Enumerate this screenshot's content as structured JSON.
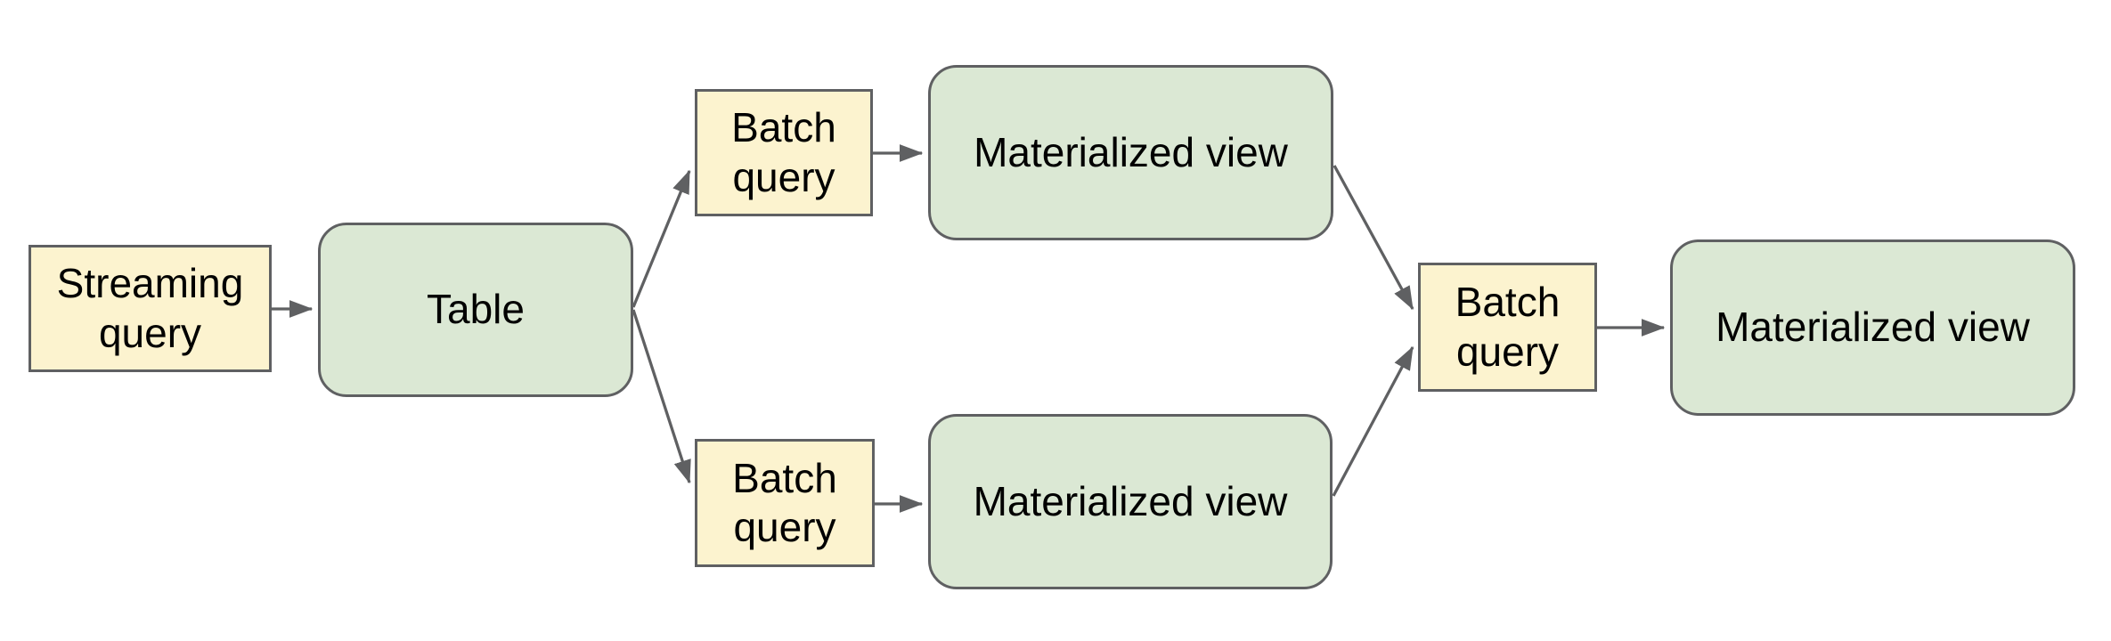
{
  "diagram": {
    "colors": {
      "yellow_fill": "#fcf3cf",
      "green_fill": "#dbe8d4",
      "border": "#5f6062",
      "arrow": "#5f6062",
      "text": "#000000",
      "background": "#ffffff"
    },
    "nodes": [
      {
        "id": "streaming-query",
        "label": "Streaming query",
        "shape": "rectangle",
        "color": "yellow"
      },
      {
        "id": "table",
        "label": "Table",
        "shape": "rounded",
        "color": "green"
      },
      {
        "id": "batch-query-top",
        "label": "Batch query",
        "shape": "rectangle",
        "color": "yellow"
      },
      {
        "id": "materialized-view-top",
        "label": "Materialized view",
        "shape": "rounded",
        "color": "green"
      },
      {
        "id": "batch-query-bottom",
        "label": "Batch query",
        "shape": "rectangle",
        "color": "yellow"
      },
      {
        "id": "materialized-view-bottom",
        "label": "Materialized view",
        "shape": "rounded",
        "color": "green"
      },
      {
        "id": "batch-query-final",
        "label": "Batch query",
        "shape": "rectangle",
        "color": "yellow"
      },
      {
        "id": "materialized-view-final",
        "label": "Materialized view",
        "shape": "rounded",
        "color": "green"
      }
    ],
    "edges": [
      {
        "from": "streaming-query",
        "to": "table"
      },
      {
        "from": "table",
        "to": "batch-query-top"
      },
      {
        "from": "table",
        "to": "batch-query-bottom"
      },
      {
        "from": "batch-query-top",
        "to": "materialized-view-top"
      },
      {
        "from": "batch-query-bottom",
        "to": "materialized-view-bottom"
      },
      {
        "from": "materialized-view-top",
        "to": "batch-query-final"
      },
      {
        "from": "materialized-view-bottom",
        "to": "batch-query-final"
      },
      {
        "from": "batch-query-final",
        "to": "materialized-view-final"
      }
    ]
  }
}
